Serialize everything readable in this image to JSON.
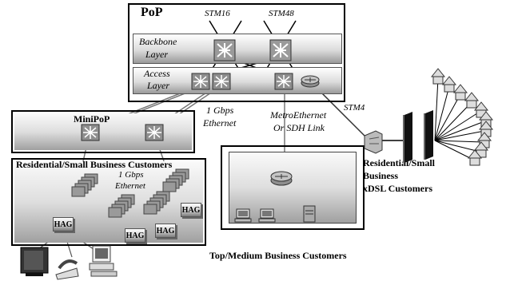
{
  "pop": {
    "title": "PoP",
    "stm16": "STM16",
    "stm48": "STM48",
    "backbone_line1": "Backbone",
    "backbone_line2": "Layer",
    "access_line1": "Access",
    "access_line2": "Layer"
  },
  "minipop": {
    "title": "MiniPoP"
  },
  "links": {
    "gbps_line1": "1 Gbps",
    "gbps_line2": "Ethernet",
    "metro_line1": "MetroEthernet",
    "metro_line2": "Or SDH Link",
    "stm4": "STM4"
  },
  "residential": {
    "title": "Residential/Small Business Customers",
    "gbps_line1": "1 Gbps",
    "gbps_line2": "Ethernet",
    "hag_label": "HAG"
  },
  "top_medium": {
    "caption": "Top/Medium Business Customers"
  },
  "xdsl": {
    "line1": "Residential/Small",
    "line2": "Business",
    "line3": "xDSL Customers"
  }
}
